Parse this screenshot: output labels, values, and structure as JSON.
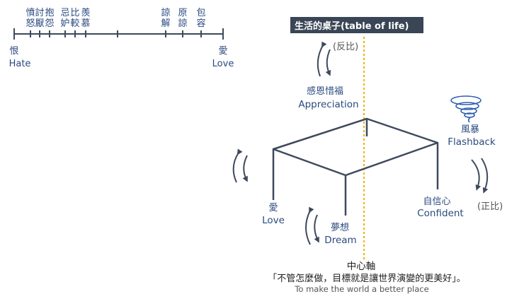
{
  "colors": {
    "label": "#2a4a7f",
    "line": "#3d4a5c",
    "arrow": "#3d4a5c",
    "axis": "#f2b200",
    "header_bg": "#3a4556",
    "text_dark": "#222222"
  },
  "scale": {
    "ticks": [
      {
        "top": "憤",
        "bottom": "怒"
      },
      {
        "top": "討",
        "bottom": "厭"
      },
      {
        "top": "抱",
        "bottom": "怨"
      },
      {
        "top": "忌",
        "bottom": "妒"
      },
      {
        "top": "比",
        "bottom": "較"
      },
      {
        "top": "羨",
        "bottom": "慕"
      },
      {
        "top": "",
        "bottom": ""
      },
      {
        "top": "諒",
        "bottom": "解"
      },
      {
        "top": "原",
        "bottom": "諒"
      },
      {
        "top": "包",
        "bottom": "容"
      }
    ],
    "left": {
      "zh": "恨",
      "en": "Hate"
    },
    "right": {
      "zh": "愛",
      "en": "Love"
    }
  },
  "header": {
    "title": "生活的桌子(table of life)"
  },
  "labels": {
    "reverse": "(反比)",
    "forward": "(正比)",
    "appreciation_zh": "感恩惜福",
    "appreciation_en": "Appreciation",
    "storm_zh": "風暴",
    "storm_en": "Flashback",
    "love_zh": "愛",
    "love_en": "Love",
    "dream_zh": "夢想",
    "dream_en": "Dream",
    "confident_zh": "自信心",
    "confident_en": "Confident",
    "axis_zh": "中心軸",
    "motto": "「不管怎麼做，目標就是讓世界演變的更美好」。",
    "motto_en": "To make the world a better place"
  },
  "icons": {
    "storm": "tornado-icon",
    "arrow": "curved-double-arrow-icon"
  }
}
